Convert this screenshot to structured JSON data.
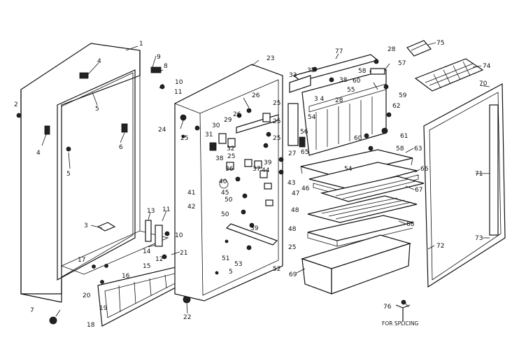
{
  "diagram": {
    "type": "exploded-parts-diagram",
    "splice_note": "FOR SPLICING",
    "callouts": [
      {
        "id": "c1",
        "text": "1"
      },
      {
        "id": "c2",
        "text": "2"
      },
      {
        "id": "c3",
        "text": "3"
      },
      {
        "id": "c4a",
        "text": "4"
      },
      {
        "id": "c4b",
        "text": "4"
      },
      {
        "id": "c5a",
        "text": "5"
      },
      {
        "id": "c5b",
        "text": "5"
      },
      {
        "id": "c5c",
        "text": "5"
      },
      {
        "id": "c6",
        "text": "6"
      },
      {
        "id": "c7",
        "text": "7"
      },
      {
        "id": "c8",
        "text": "8"
      },
      {
        "id": "c9",
        "text": "9"
      },
      {
        "id": "c10a",
        "text": "10"
      },
      {
        "id": "c10b",
        "text": "10"
      },
      {
        "id": "c11a",
        "text": "11"
      },
      {
        "id": "c11b",
        "text": "11"
      },
      {
        "id": "c12",
        "text": "12"
      },
      {
        "id": "c13",
        "text": "13"
      },
      {
        "id": "c14",
        "text": "14"
      },
      {
        "id": "c15",
        "text": "15"
      },
      {
        "id": "c16",
        "text": "16"
      },
      {
        "id": "c17",
        "text": "17"
      },
      {
        "id": "c18",
        "text": "18"
      },
      {
        "id": "c19",
        "text": "19"
      },
      {
        "id": "c20",
        "text": "20"
      },
      {
        "id": "c21",
        "text": "21"
      },
      {
        "id": "c22",
        "text": "22"
      },
      {
        "id": "c23",
        "text": "23"
      },
      {
        "id": "c24",
        "text": "24"
      },
      {
        "id": "c25a",
        "text": "25"
      },
      {
        "id": "c25b",
        "text": "25"
      },
      {
        "id": "c25c",
        "text": "25"
      },
      {
        "id": "c25d",
        "text": "25"
      },
      {
        "id": "c25e",
        "text": "25"
      },
      {
        "id": "c25f",
        "text": "25"
      },
      {
        "id": "c26a",
        "text": "26"
      },
      {
        "id": "c26b",
        "text": "26"
      },
      {
        "id": "c27",
        "text": "27"
      },
      {
        "id": "c28a",
        "text": "28"
      },
      {
        "id": "c28b",
        "text": "28"
      },
      {
        "id": "c29",
        "text": "29"
      },
      {
        "id": "c30",
        "text": "30"
      },
      {
        "id": "c31",
        "text": "31"
      },
      {
        "id": "c32",
        "text": "32"
      },
      {
        "id": "c33",
        "text": "33"
      },
      {
        "id": "c34",
        "text": "3 4"
      },
      {
        "id": "c35",
        "text": "35"
      },
      {
        "id": "c36",
        "text": "36"
      },
      {
        "id": "c37",
        "text": "37"
      },
      {
        "id": "c38a",
        "text": "38"
      },
      {
        "id": "c38b",
        "text": "38"
      },
      {
        "id": "c39a",
        "text": "39"
      },
      {
        "id": "c39b",
        "text": "39"
      },
      {
        "id": "c40",
        "text": "40"
      },
      {
        "id": "c41",
        "text": "41"
      },
      {
        "id": "c42",
        "text": "42"
      },
      {
        "id": "c43",
        "text": "43"
      },
      {
        "id": "c44",
        "text": "44"
      },
      {
        "id": "c45",
        "text": "45"
      },
      {
        "id": "c46",
        "text": "46"
      },
      {
        "id": "c47",
        "text": "47"
      },
      {
        "id": "c48a",
        "text": "48"
      },
      {
        "id": "c48b",
        "text": "48"
      },
      {
        "id": "c50a",
        "text": "50"
      },
      {
        "id": "c50b",
        "text": "50"
      },
      {
        "id": "c51",
        "text": "51"
      },
      {
        "id": "c52",
        "text": "52"
      },
      {
        "id": "c53",
        "text": "53"
      },
      {
        "id": "c54a",
        "text": "54"
      },
      {
        "id": "c54b",
        "text": "54"
      },
      {
        "id": "c55",
        "text": "55"
      },
      {
        "id": "c56",
        "text": "56"
      },
      {
        "id": "c57",
        "text": "57"
      },
      {
        "id": "c58a",
        "text": "58"
      },
      {
        "id": "c58b",
        "text": "58"
      },
      {
        "id": "c59",
        "text": "59"
      },
      {
        "id": "c60a",
        "text": "60"
      },
      {
        "id": "c60b",
        "text": "60"
      },
      {
        "id": "c61",
        "text": "61"
      },
      {
        "id": "c62",
        "text": "62"
      },
      {
        "id": "c63",
        "text": "63"
      },
      {
        "id": "c65",
        "text": "65"
      },
      {
        "id": "c66",
        "text": "66"
      },
      {
        "id": "c67",
        "text": "67"
      },
      {
        "id": "c68",
        "text": "68"
      },
      {
        "id": "c69",
        "text": "69"
      },
      {
        "id": "c70",
        "text": "70"
      },
      {
        "id": "c71",
        "text": "71"
      },
      {
        "id": "c72",
        "text": "72"
      },
      {
        "id": "c73",
        "text": "73"
      },
      {
        "id": "c74",
        "text": "74"
      },
      {
        "id": "c75",
        "text": "75"
      },
      {
        "id": "c76",
        "text": "76"
      },
      {
        "id": "c77",
        "text": "77"
      }
    ]
  }
}
